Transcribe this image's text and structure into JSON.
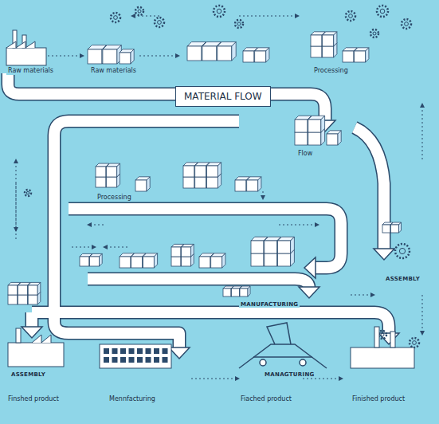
{
  "diagram": {
    "title": "MATERIAL FLOW",
    "labels": [
      "Raw materials",
      "Raw materials",
      "Processing",
      "Flow",
      "Processing",
      "ASSEMBLY",
      "MANUFACTURING",
      "ASSEMBLY",
      "Finshed product",
      "Mennfacturing",
      "MANAGTURING",
      "Fiached product",
      "Finished product"
    ]
  }
}
